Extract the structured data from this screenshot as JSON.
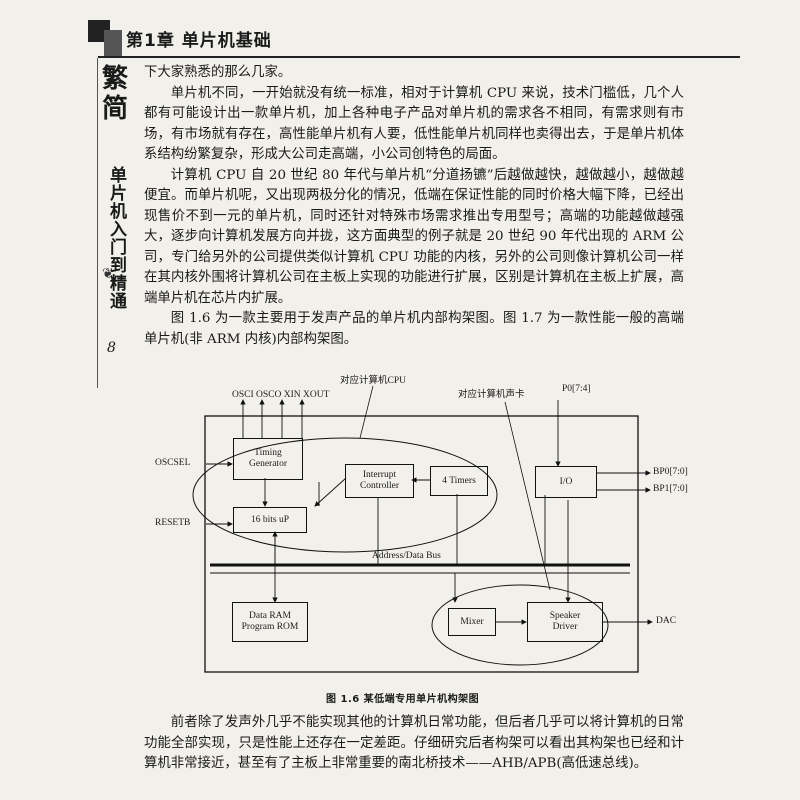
{
  "header": {
    "chapter": "第1章   单片机基础"
  },
  "side": {
    "logo": "繁\n简",
    "title": "单片机入门到精通",
    "page_number": "8"
  },
  "paragraphs_top": [
    "下大家熟悉的那么几家。",
    "单片机不同，一开始就没有统一标准，相对于计算机 CPU 来说，技术门槛低，几个人都有可能设计出一款单片机，加上各种电子产品对单片机的需求各不相同，有需求则有市场，有市场就有存在，高性能单片机有人要，低性能单片机同样也卖得出去，于是单片机体系结构纷繁复杂，形成大公司走高端，小公司创特色的局面。",
    "计算机 CPU 自 20 世纪 80 年代与单片机“分道扬镳”后越做越快，越做越小，越做越便宜。而单片机呢，又出现两极分化的情况，低端在保证性能的同时价格大幅下降，已经出现售价不到一元的单片机，同时还针对特殊市场需求推出专用型号；高端的功能越做越强大，逐步向计算机发展方向并拢，这方面典型的例子就是 20 世纪 90 年代出现的 ARM 公司，专门给另外的公司提供类似计算机 CPU 功能的内核，另外的公司则像计算机公司一样在其内核外围将计算机公司在主板上实现的功能进行扩展，区别是计算机在主板上扩展，高端单片机在芯片内扩展。",
    "图 1.6 为一款主要用于发声产品的单片机内部构架图。图 1.7 为一款性能一般的高端单片机(非 ARM 内核)内部构架图。"
  ],
  "figure": {
    "caption": "图 1.6   某低端专用单片机构架图",
    "annot_cpu": "对应计算机CPU",
    "annot_sound": "对应计算机声卡",
    "top_pins": "OSCI OSCO XIN XOUT",
    "p0_pin": "P0[7:4]",
    "oscsel": "OSCSEL",
    "resetb": "RESETB",
    "bp0": "BP0[7:0]",
    "bp1": "BP1[7:0]",
    "dac": "DAC",
    "bus_label": "Address/Data Bus",
    "blocks": {
      "timing": "Timing\nGenerator",
      "interrupt": "Interrupt\nController",
      "timers": "4 Timers",
      "io": "I/O",
      "cpu": "16 bits uP",
      "ram": "Data RAM\nProgram ROM",
      "mixer": "Mixer",
      "speaker": "Speaker\nDriver"
    }
  },
  "paragraphs_bottom": [
    "前者除了发声外几乎不能实现其他的计算机日常功能，但后者几乎可以将计算机的日常功能全部实现，只是性能上还存在一定差距。仔细研究后者构架可以看出其构架也已经和计算机非常接近，甚至有了主板上非常重要的南北桥技术——AHB/APB(高低速总线)。"
  ]
}
